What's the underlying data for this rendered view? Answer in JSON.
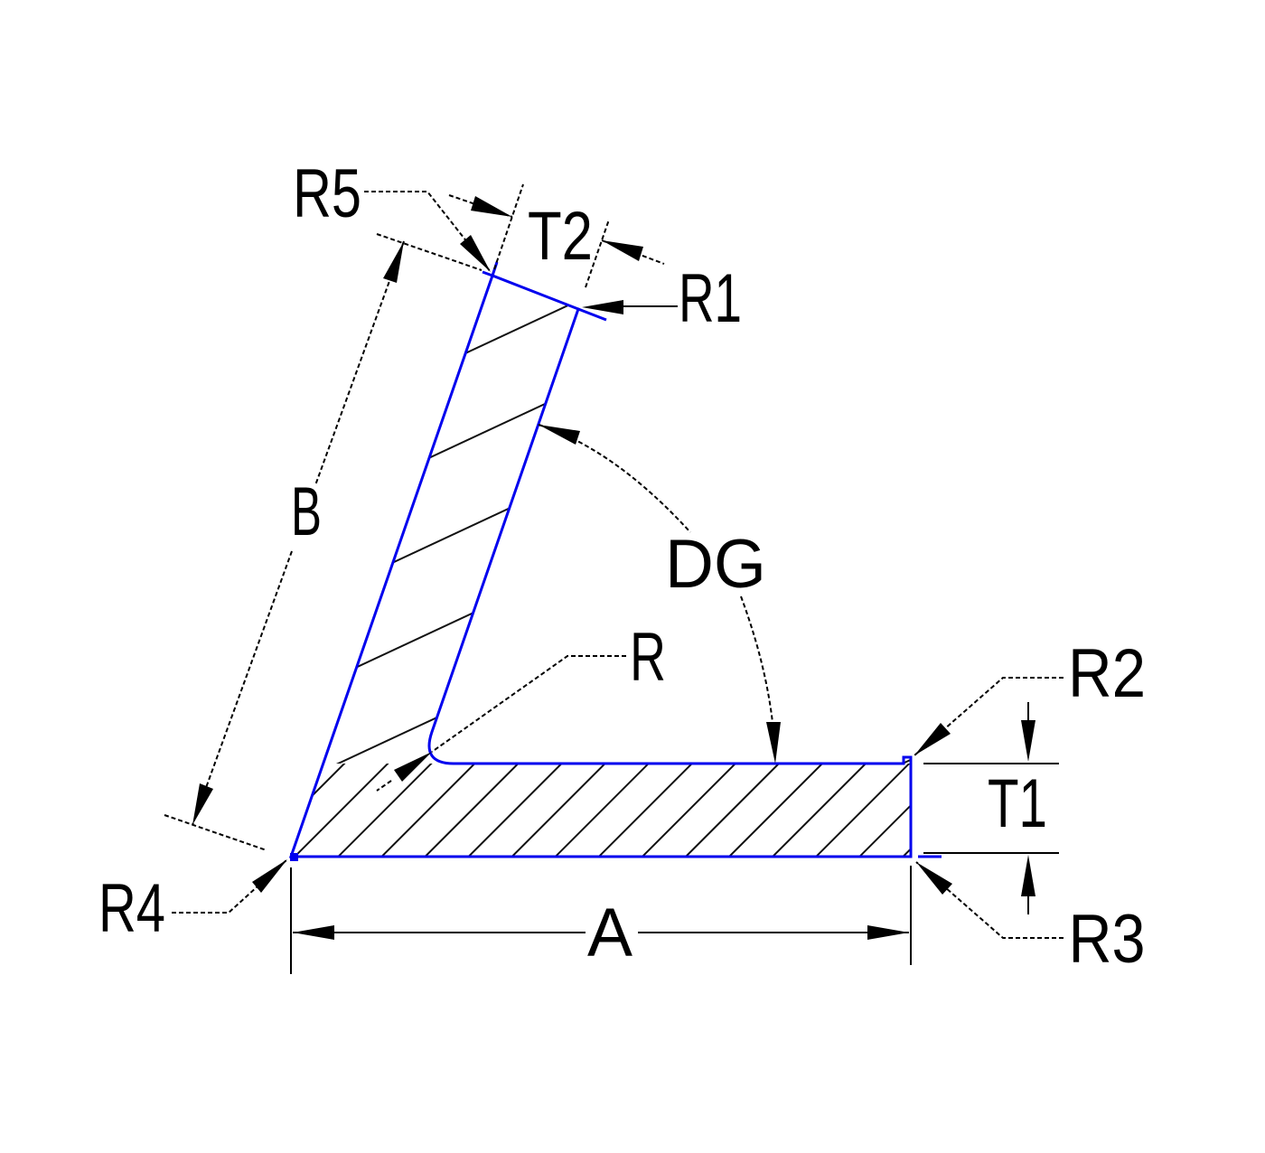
{
  "drawing": {
    "kind": "cad-angle-profile-cross-section",
    "labels": {
      "R5": "R5",
      "T2": "T2",
      "R1": "R1",
      "B": "B",
      "DG": "DG",
      "R": "R",
      "R2": "R2",
      "T1": "T1",
      "R4": "R4",
      "A": "A",
      "R3": "R3"
    },
    "colors": {
      "profile_outline": "#0000ee",
      "annotation": "#000000",
      "hatch": "#111111",
      "background": "#ffffff"
    }
  }
}
